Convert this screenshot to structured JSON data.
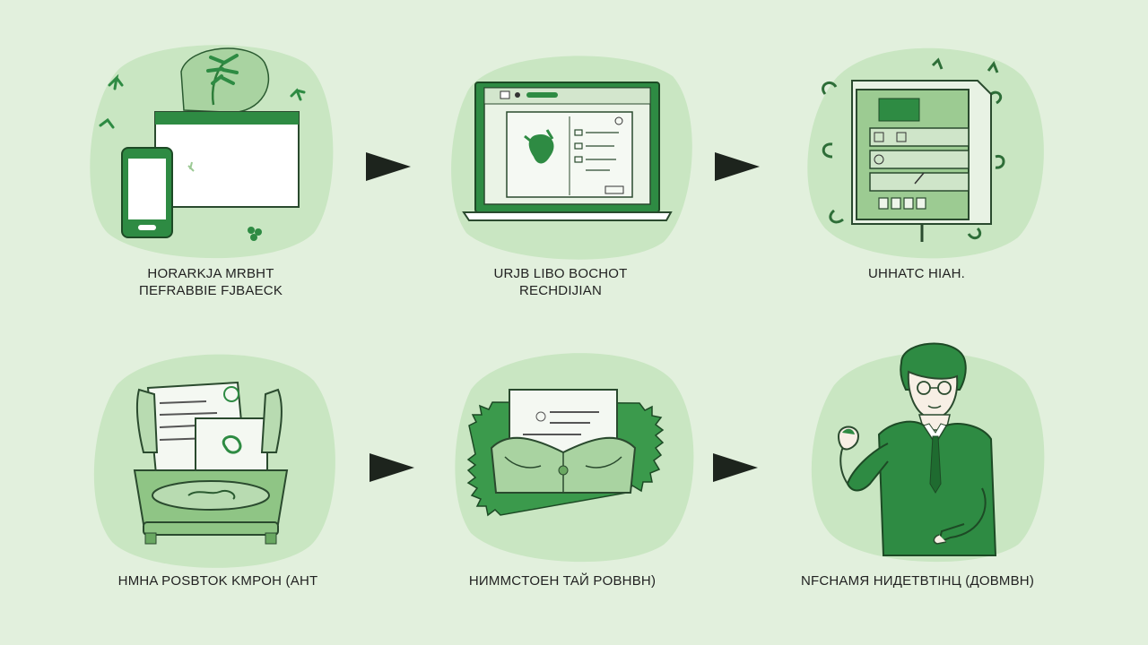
{
  "steps": [
    {
      "id": 1,
      "caption": "HORARKJA MRBHT\nПEFRABBIE FJBAECK",
      "icon": "devices-icon"
    },
    {
      "id": 2,
      "caption": "URJB LIBO BOCHOT\nRECHDIJIAN",
      "icon": "laptop-icon"
    },
    {
      "id": 3,
      "caption": "UHHATC HIAH.",
      "icon": "window-form-icon"
    },
    {
      "id": 4,
      "caption": "HMHA POSBTOK KMPOH (AHT",
      "icon": "documents-tray-icon"
    },
    {
      "id": 5,
      "caption": "HИMMCTOEH TAЙ POBHBH)",
      "icon": "envelope-hands-icon"
    },
    {
      "id": 6,
      "caption": "NFCHAMЯ HИДETBTIHЦ (ДOBMBH)",
      "icon": "businessman-icon"
    }
  ],
  "colors": {
    "background": "#e2f0dd",
    "blob": "#c9e6c2",
    "accent": "#2e8b43",
    "dark_green": "#1f6b30",
    "arrow": "#1d241d"
  }
}
